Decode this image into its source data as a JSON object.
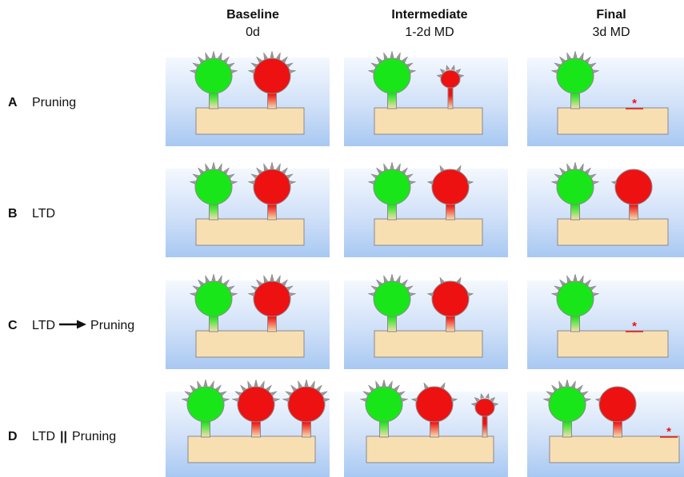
{
  "columns": [
    {
      "title": "Baseline",
      "subtitle": "0d"
    },
    {
      "title": "Intermediate",
      "subtitle": "1-2d MD"
    },
    {
      "title": "Final",
      "subtitle": "3d MD"
    }
  ],
  "rows": [
    {
      "letter": "A",
      "label": "Pruning"
    },
    {
      "letter": "B",
      "label": "LTD"
    },
    {
      "letter": "C",
      "label_left": "LTD",
      "connector": "arrow",
      "label_right": "Pruning"
    },
    {
      "letter": "D",
      "label_left": "LTD",
      "connector_text": "||",
      "label_right": "Pruning"
    }
  ],
  "pruned_marker": "*",
  "colors": {
    "spared_spine": "#19e619",
    "deprived_spine": "#ee1111",
    "dendrite": "#f8dfb2",
    "outline": "#8a8a8a",
    "panel_top": "#f4f8fe",
    "panel_bottom": "#a8c8f2",
    "marker": "#ee1111"
  },
  "panels": [
    {
      "row": "A",
      "stage": "Baseline",
      "spines": [
        {
          "type": "spared",
          "size": "full"
        },
        {
          "type": "deprived",
          "size": "full"
        }
      ]
    },
    {
      "row": "A",
      "stage": "Intermediate",
      "spines": [
        {
          "type": "spared",
          "size": "full"
        },
        {
          "type": "deprived",
          "size": "shrunk"
        }
      ]
    },
    {
      "row": "A",
      "stage": "Final",
      "spines": [
        {
          "type": "spared",
          "size": "full"
        },
        {
          "type": "deprived",
          "size": "pruned"
        }
      ]
    },
    {
      "row": "B",
      "stage": "Baseline",
      "spines": [
        {
          "type": "spared",
          "size": "full"
        },
        {
          "type": "deprived",
          "size": "full"
        }
      ]
    },
    {
      "row": "B",
      "stage": "Intermediate",
      "spines": [
        {
          "type": "spared",
          "size": "full"
        },
        {
          "type": "deprived",
          "size": "fewer-receptors"
        }
      ]
    },
    {
      "row": "B",
      "stage": "Final",
      "spines": [
        {
          "type": "spared",
          "size": "full"
        },
        {
          "type": "deprived",
          "size": "no-receptors"
        }
      ]
    },
    {
      "row": "C",
      "stage": "Baseline",
      "spines": [
        {
          "type": "spared",
          "size": "full"
        },
        {
          "type": "deprived",
          "size": "full"
        }
      ]
    },
    {
      "row": "C",
      "stage": "Intermediate",
      "spines": [
        {
          "type": "spared",
          "size": "full"
        },
        {
          "type": "deprived",
          "size": "fewer-receptors"
        }
      ]
    },
    {
      "row": "C",
      "stage": "Final",
      "spines": [
        {
          "type": "spared",
          "size": "full"
        },
        {
          "type": "deprived",
          "size": "pruned"
        }
      ]
    },
    {
      "row": "D",
      "stage": "Baseline",
      "spines": [
        {
          "type": "spared",
          "size": "full"
        },
        {
          "type": "deprived",
          "size": "full"
        },
        {
          "type": "deprived",
          "size": "full"
        }
      ]
    },
    {
      "row": "D",
      "stage": "Intermediate",
      "spines": [
        {
          "type": "spared",
          "size": "full"
        },
        {
          "type": "deprived",
          "size": "fewer-receptors"
        },
        {
          "type": "deprived",
          "size": "shrunk"
        }
      ]
    },
    {
      "row": "D",
      "stage": "Final",
      "spines": [
        {
          "type": "spared",
          "size": "full"
        },
        {
          "type": "deprived",
          "size": "no-receptors"
        },
        {
          "type": "deprived",
          "size": "pruned"
        }
      ]
    }
  ]
}
